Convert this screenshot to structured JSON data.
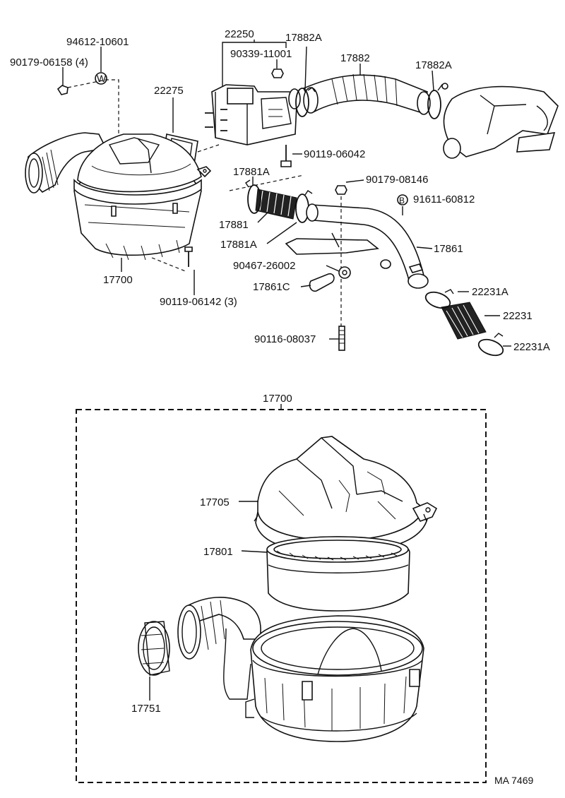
{
  "diagram": {
    "parts": {
      "p94612": "94612-10601",
      "p90179_06158": "90179-06158 (4)",
      "p22250": "22250",
      "p90339": "90339-11001",
      "p17882A_top": "17882A",
      "p17882": "17882",
      "p17882A_right": "17882A",
      "p22275": "22275",
      "p90119_06042": "90119-06042",
      "p17881A_top": "17881A",
      "p90179_08146": "90179-08146",
      "p91611": "91611-60812",
      "p17881": "17881",
      "p17881A_bot": "17881A",
      "p17861": "17861",
      "p90467": "90467-26002",
      "p17861C": "17861C",
      "p22231A_top": "22231A",
      "p22231": "22231",
      "p22231A_bot": "22231A",
      "p90116": "90116-08037",
      "p17700": "17700",
      "p90119_06142": "90119-06142 (3)",
      "p17700_box": "17700",
      "p17705": "17705",
      "p17801": "17801",
      "p17751": "17751"
    },
    "markers": {
      "washer_symbol": "W",
      "bolt_symbol": "B"
    },
    "figure_code": "MA 7469"
  }
}
